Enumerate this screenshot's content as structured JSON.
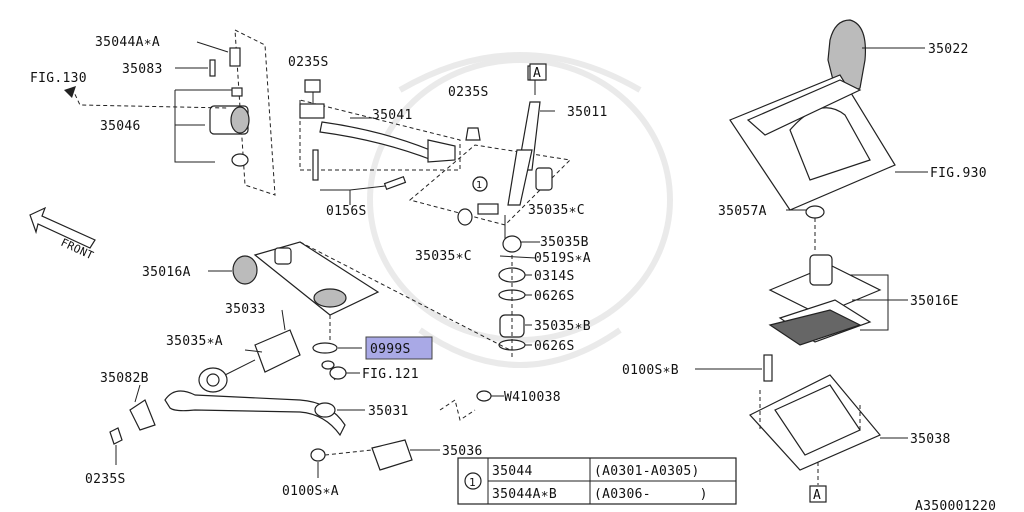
{
  "labels": {
    "p35044a_a": "35044A∗A",
    "p35083": "35083",
    "fig130": "FIG.130",
    "p35046": "35046",
    "p0235s_1": "0235S",
    "p0235s_2": "0235S",
    "p35041": "35041",
    "p35011": "35011",
    "box_a_top": "A",
    "p35022": "35022",
    "fig930": "FIG.930",
    "p0156s": "0156S",
    "p35035c_1": "35035∗C",
    "p35035c_2": "35035∗C",
    "p35057a": "35057A",
    "front": "FRONT",
    "p35016a": "35016A",
    "p35035b": "35035B",
    "p0519s_a": "0519S∗A",
    "p0314s": "0314S",
    "p0626s_1": "0626S",
    "p0626s_2": "0626S",
    "p35016e": "35016E",
    "p35033": "35033",
    "p35035b_star": "35035∗B",
    "p35035a": "35035∗A",
    "p0999s": "0999S",
    "fig121": "FIG.121",
    "p35082b": "35082B",
    "p0100s_b": "0100S∗B",
    "w410038": "W410038",
    "p35031": "35031",
    "p35038": "35038",
    "p35036": "35036",
    "p0235s_3": "0235S",
    "p0100s_a": "0100S∗A",
    "box_a_bottom": "A",
    "ref_1": "1",
    "ref_circle_1": "1",
    "drawing_id": "A350001220"
  },
  "table": {
    "ref": "1",
    "rows": [
      {
        "part": "35044",
        "range": "(A0301-A0305)"
      },
      {
        "part": "35044A∗B",
        "range": "(A0306-      )"
      }
    ]
  },
  "colors": {
    "highlight": "#a9a9e6",
    "line": "#222222"
  }
}
